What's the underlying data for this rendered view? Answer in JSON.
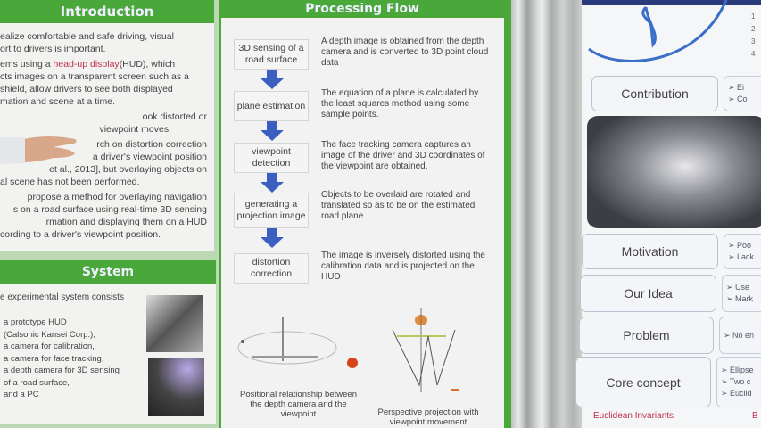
{
  "introduction": {
    "title": "Introduction",
    "lines": [
      "ealize comfortable and safe driving, visual",
      "ort to drivers is important.",
      "ems using a",
      "head-up display",
      "(HUD), which",
      "cts images on a transparent screen such as a",
      "shield, allow drivers to see both displayed",
      "mation and scene at a time.",
      "ook distorted or",
      "viewpoint moves.",
      "rch on distortion correction",
      "a driver's viewpoint position",
      "et al., 2013], but overlaying objects on",
      "al scene has not been performed.",
      "propose a method for overlaying navigation",
      "s on a road surface using real-time 3D sensing",
      "rmation and displaying them on a HUD",
      "cording to a driver's viewpoint position."
    ]
  },
  "system": {
    "title": "System",
    "intro": "e experimental system consists",
    "items": [
      "a prototype HUD",
      "(Calsonic Kansei Corp.),",
      "a camera for calibration,",
      "a camera for face tracking,",
      "a depth camera for 3D sensing",
      "of a road surface,",
      "and a PC"
    ]
  },
  "processing_flow": {
    "title": "Processing Flow",
    "steps": [
      {
        "label": "3D sensing of a road surface",
        "desc": "A depth image is obtained from the depth camera and is converted to 3D point cloud data"
      },
      {
        "label": "plane estimation",
        "desc": "The equation of a plane is calculated by the least squares method using some sample points."
      },
      {
        "label": "viewpoint detection",
        "desc": "The face tracking camera captures an image of the driver and 3D coordinates of the viewpoint are obtained."
      },
      {
        "label": "generating a projection image",
        "desc": "Objects to be overlaid are rotated and translated so as to be on the estimated road plane"
      },
      {
        "label": "distortion correction",
        "desc": "The image is inversely distorted using the calibration data and is projected on the HUD"
      }
    ],
    "figures": [
      {
        "caption": "Positional relationship between the depth camera and the viewpoint"
      },
      {
        "caption": "Perspective projection with viewpoint movement"
      }
    ]
  },
  "right_poster": {
    "numbers": [
      "1",
      "2",
      "3",
      "4"
    ],
    "sections": [
      {
        "label": "Contribution",
        "bullets": [
          "➢ Ei",
          "➢ Co"
        ]
      },
      {
        "label": "Motivation",
        "bullets": [
          "➢ Poo",
          "➢ Lack"
        ]
      },
      {
        "label": "Our Idea",
        "bullets": [
          "➢ Use",
          "➢ Mark"
        ]
      },
      {
        "label": "Problem",
        "bullets": [
          "➢ No en"
        ]
      },
      {
        "label": "Core concept",
        "bullets": [
          "➢ Ellipse",
          "➢ Two c",
          "➢ Euclid"
        ]
      }
    ],
    "footer": "Euclidean Invariants",
    "footer_right": "B"
  },
  "colors": {
    "green": "#4aa83a",
    "arrow": "#3a5fc0",
    "accent_red": "#c0304a",
    "logo_blue": "#3a6fc8"
  }
}
